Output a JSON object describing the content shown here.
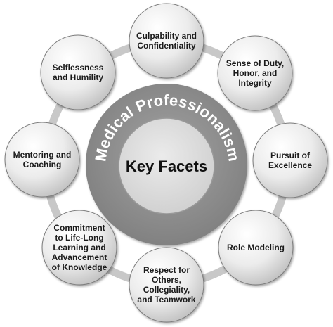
{
  "diagram": {
    "arc_label": "Medical Professionalism",
    "center_label": "Key Facets",
    "facets": [
      {
        "id": "culpability",
        "lines": [
          "Culpability and",
          "Confidentiality"
        ]
      },
      {
        "id": "duty",
        "lines": [
          "Sense of Duty,",
          "Honor, and",
          "Integrity"
        ]
      },
      {
        "id": "excellence",
        "lines": [
          "Pursuit of",
          "Excellence"
        ]
      },
      {
        "id": "role-modeling",
        "lines": [
          "Role Modeling"
        ]
      },
      {
        "id": "respect",
        "lines": [
          "Respect for",
          "Others,",
          "Collegiality,",
          "and Teamwork"
        ]
      },
      {
        "id": "lifelong",
        "lines": [
          "Commitment",
          "to Life-Long",
          "Learning and",
          "Advancement",
          "of Knowledge"
        ]
      },
      {
        "id": "mentoring",
        "lines": [
          "Mentoring and",
          "Coaching"
        ]
      },
      {
        "id": "selflessness",
        "lines": [
          "Selflessness",
          "and Humility"
        ]
      }
    ]
  },
  "colors": {
    "ring": "#c8c8c8",
    "outer_band": "#8c8c8c",
    "inner_circle": "#d9d9d9",
    "facet_fill_light": "#ffffff",
    "facet_fill_dark": "#c4c4c4",
    "facet_stroke": "#7a7a7a"
  }
}
